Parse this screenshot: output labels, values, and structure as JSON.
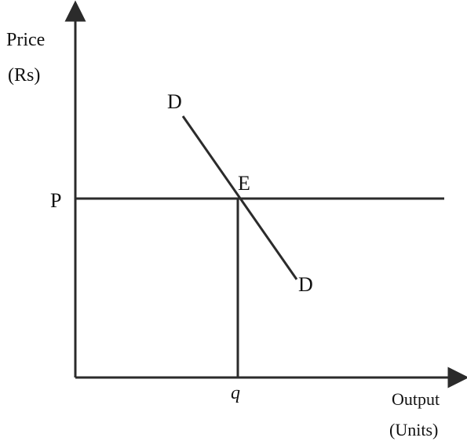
{
  "axes": {
    "y_label_line1": "Price",
    "y_label_line2": "(Rs)",
    "x_label_line1": "Output",
    "x_label_line2": "(Units)"
  },
  "points": {
    "price": "P",
    "quantity": "q",
    "equilibrium": "E",
    "demand_top": "D",
    "demand_bottom": "D"
  },
  "colors": {
    "line": "#2b2b2b",
    "text": "#111111",
    "background": "#ffffff"
  }
}
